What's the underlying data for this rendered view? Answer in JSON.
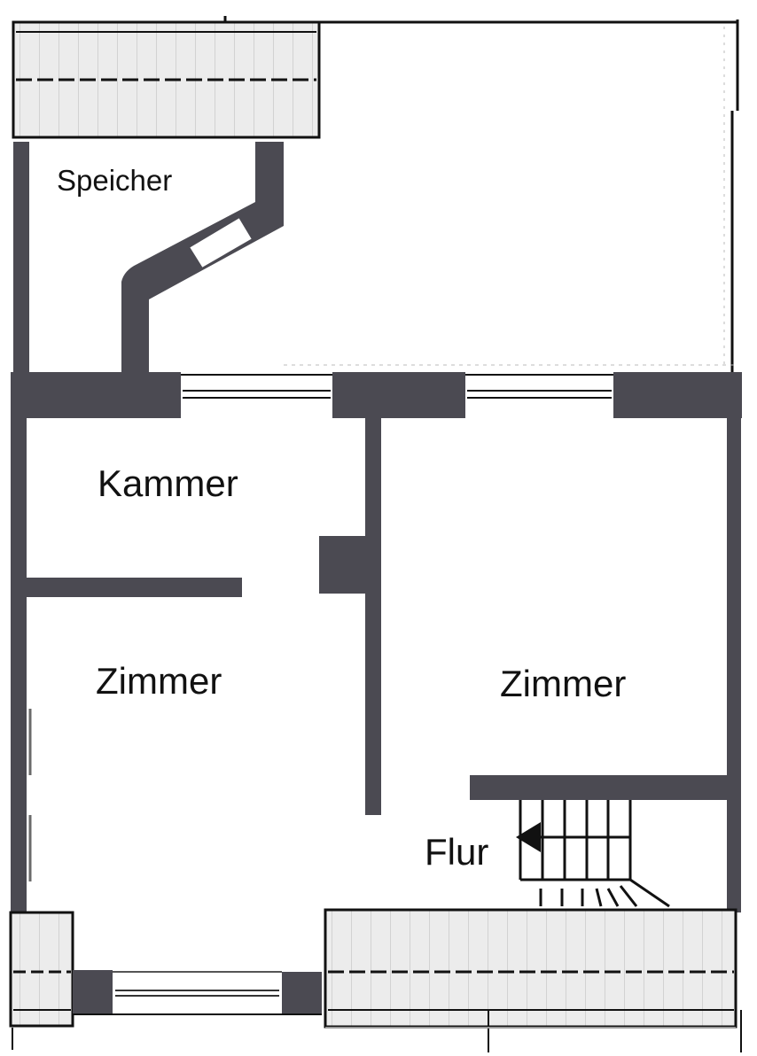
{
  "diagram": {
    "type": "floor-plan",
    "colors": {
      "wall": "#4b4a52",
      "outline": "#111111",
      "roof": "#ececec",
      "background": "#ffffff"
    },
    "rooms": [
      {
        "id": "speicher",
        "label": "Speicher"
      },
      {
        "id": "kammer",
        "label": "Kammer"
      },
      {
        "id": "zimmer-left",
        "label": "Zimmer"
      },
      {
        "id": "zimmer-right",
        "label": "Zimmer"
      },
      {
        "id": "flur",
        "label": "Flur"
      }
    ],
    "stairs": {
      "direction": "left",
      "icon": "arrow-left-icon"
    }
  }
}
